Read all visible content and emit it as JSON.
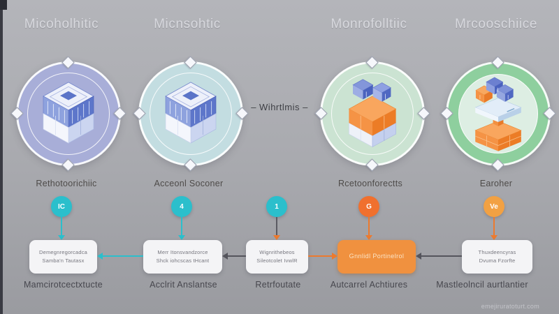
{
  "headers": [
    {
      "label": "Micoholhitic"
    },
    {
      "label": "Micnsohtic"
    },
    {
      "label": "Monrofolltiic"
    },
    {
      "label": "Mrcooschiice"
    }
  ],
  "middle_label": "– Wihrtlmis –",
  "architectures": [
    {
      "caption": "Rethotoorichiic",
      "icon": "monolith-cube-icon",
      "circle_color": "#a8aed8"
    },
    {
      "caption": "Acceonl Soconer",
      "icon": "monolith-cube-icon",
      "circle_color": "#c3dde1"
    },
    {
      "caption": "Rcetoonforectts",
      "icon": "stacked-cubes-icon",
      "circle_color": "#cbe3d2"
    },
    {
      "caption": "Earoher",
      "icon": "stacked-cubes-icon",
      "circle_color": "#8ecf9e"
    }
  ],
  "flow": {
    "badges": [
      {
        "text": "IC",
        "color": "#2bbfcc"
      },
      {
        "text": "4",
        "color": "#2bbfcc"
      },
      {
        "text": "1",
        "color": "#2bbfcc"
      },
      {
        "text": "G",
        "color": "#f0702e"
      },
      {
        "text": "Ve",
        "color": "#f2a143"
      }
    ],
    "boxes": [
      {
        "line1": "Demegnregorcadca",
        "line2": "Samba'n Tautasx",
        "style": "light"
      },
      {
        "line1": "Merr Itonsvandzorce",
        "line2": "Shck iohcscas tHcant",
        "style": "light"
      },
      {
        "line1": "Wignrithebeos",
        "line2": "Sileotcolet IvwlR",
        "style": "light"
      },
      {
        "line1": "Gnnlidl Portinelrol",
        "line2": "",
        "style": "orange"
      },
      {
        "line1": "Thuxdeencyras",
        "line2": "Dvuma Fzorfte",
        "style": "light"
      }
    ],
    "captions": [
      "Mamcirotcectxtucte",
      "Acclrit Anslantse",
      "Retrfoutate",
      "Autcarrel Achtiures",
      "Mastleolncil aurtlantier"
    ]
  },
  "watermark": "emejiruratoturt.com",
  "colors": {
    "teal": "#2bbfcc",
    "orange": "#ec7a2e",
    "orange_light": "#f2a143",
    "box_orange": "#f0913f",
    "circle_lavender": "#a8aed8",
    "circle_cyan": "#c3dde1",
    "circle_pale_green": "#cbe3d2",
    "circle_green": "#8ecf9e",
    "background": "#a9aaaf"
  }
}
